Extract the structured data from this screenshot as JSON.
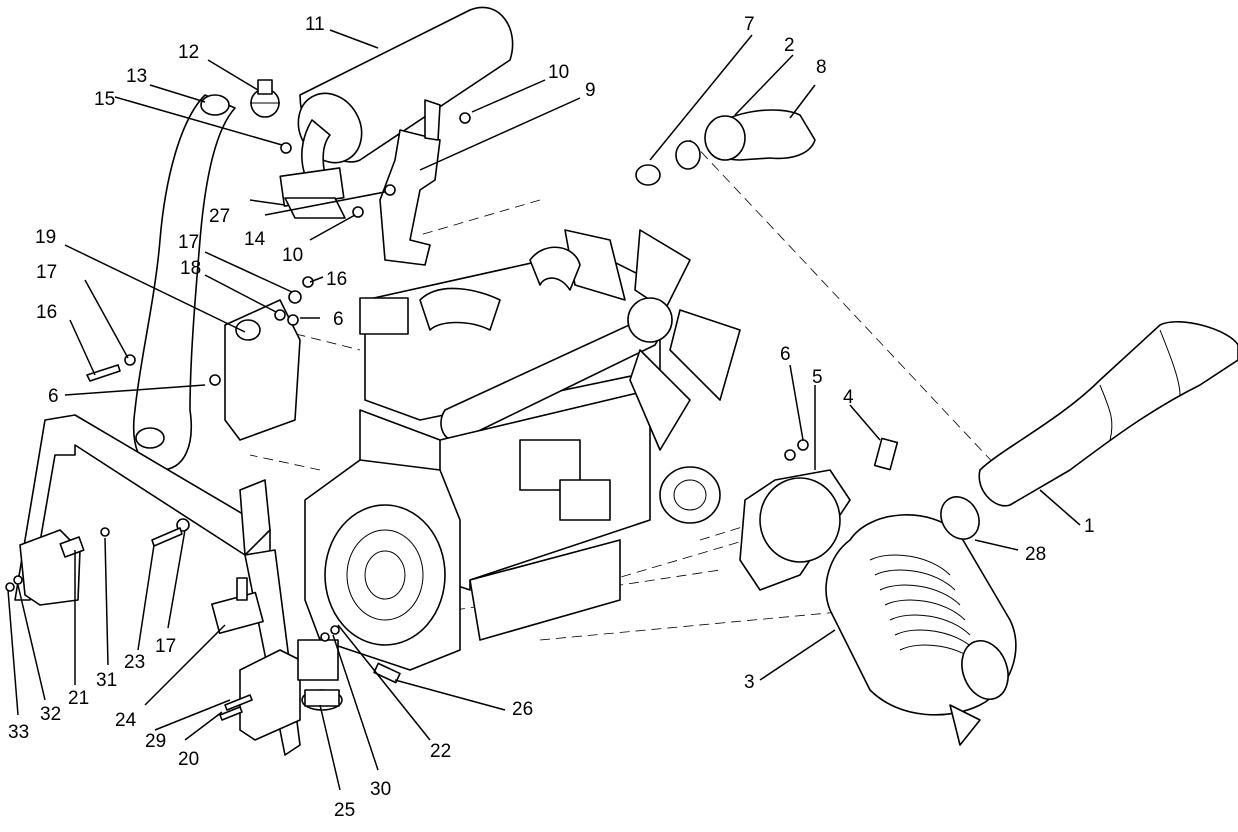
{
  "callouts": [
    {
      "id": "c1",
      "label": "1"
    },
    {
      "id": "c2",
      "label": "2"
    },
    {
      "id": "c3",
      "label": "3"
    },
    {
      "id": "c4",
      "label": "4"
    },
    {
      "id": "c5",
      "label": "5"
    },
    {
      "id": "c6a",
      "label": "6"
    },
    {
      "id": "c6b",
      "label": "6"
    },
    {
      "id": "c6c",
      "label": "6"
    },
    {
      "id": "c7",
      "label": "7"
    },
    {
      "id": "c8",
      "label": "8"
    },
    {
      "id": "c9",
      "label": "9"
    },
    {
      "id": "c10a",
      "label": "10"
    },
    {
      "id": "c10b",
      "label": "10"
    },
    {
      "id": "c11",
      "label": "11"
    },
    {
      "id": "c12",
      "label": "12"
    },
    {
      "id": "c13",
      "label": "13"
    },
    {
      "id": "c14",
      "label": "14"
    },
    {
      "id": "c15",
      "label": "15"
    },
    {
      "id": "c16a",
      "label": "16"
    },
    {
      "id": "c16b",
      "label": "16"
    },
    {
      "id": "c17a",
      "label": "17"
    },
    {
      "id": "c17b",
      "label": "17"
    },
    {
      "id": "c17c",
      "label": "17"
    },
    {
      "id": "c18",
      "label": "18"
    },
    {
      "id": "c19",
      "label": "19"
    },
    {
      "id": "c20",
      "label": "20"
    },
    {
      "id": "c21",
      "label": "21"
    },
    {
      "id": "c22",
      "label": "22"
    },
    {
      "id": "c23",
      "label": "23"
    },
    {
      "id": "c24",
      "label": "24"
    },
    {
      "id": "c25",
      "label": "25"
    },
    {
      "id": "c26",
      "label": "26"
    },
    {
      "id": "c27",
      "label": "27"
    },
    {
      "id": "c28",
      "label": "28"
    },
    {
      "id": "c29",
      "label": "29"
    },
    {
      "id": "c30",
      "label": "30"
    },
    {
      "id": "c31",
      "label": "31"
    },
    {
      "id": "c32",
      "label": "32"
    },
    {
      "id": "c33",
      "label": "33"
    }
  ]
}
